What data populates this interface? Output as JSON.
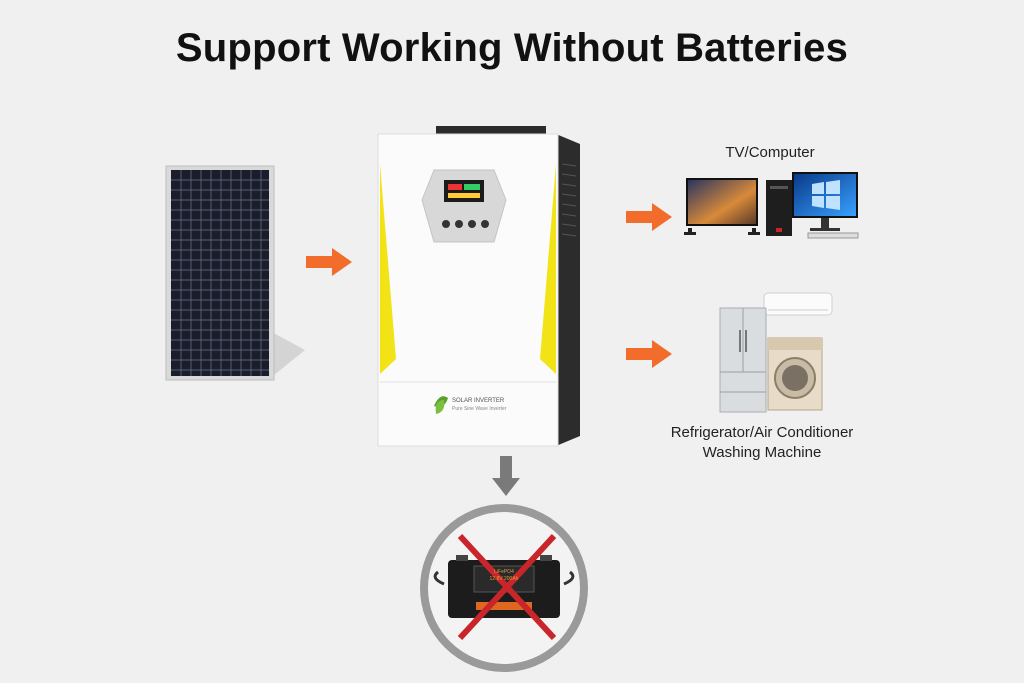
{
  "title": "Support Working Without Batteries",
  "outputs": {
    "top_label": "TV/Computer",
    "bottom_label_line1": "Refrigerator/Air Conditioner",
    "bottom_label_line2": "Washing Machine"
  },
  "inverter": {
    "logo_text": "SOLAR INVERTER",
    "logo_subtext": "Pure Sine Wave Inverter"
  },
  "battery": {
    "label_line1": "LiFePO4",
    "label_line2": "12.8V 200Ah",
    "status": "not required"
  },
  "colors": {
    "arrow_orange": "#f26c2b",
    "arrow_gray": "#7a7a7a",
    "inverter_yellow": "#f2e316",
    "cross_red": "#c8262b"
  }
}
